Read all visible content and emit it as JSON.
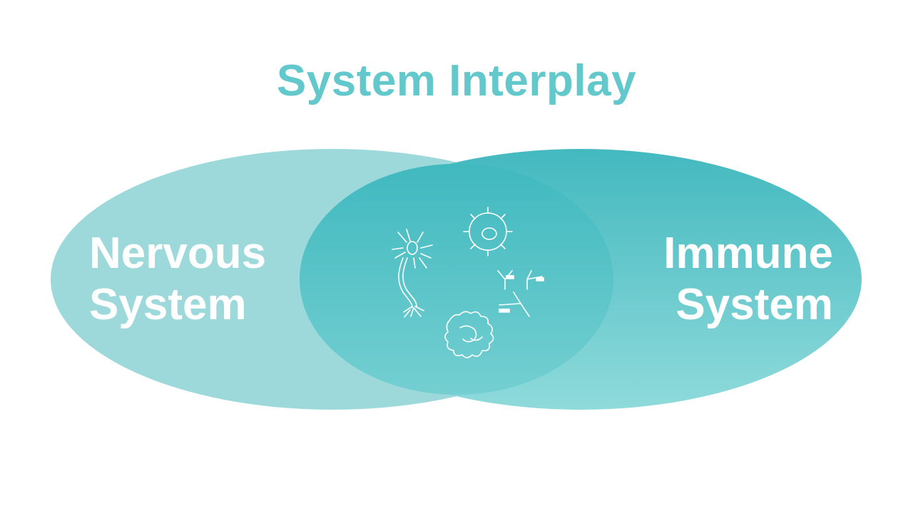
{
  "title": "System Interplay",
  "left_circle": {
    "line1": "Nervous",
    "line2": "System"
  },
  "right_circle": {
    "line1": "Immune",
    "line2": "System"
  },
  "icons": [
    "neuron-icon",
    "immune-cell-icon",
    "antibodies-icon",
    "macrophage-icon"
  ],
  "colors": {
    "title": "#62c8cb",
    "left": "#9dd9db",
    "right_top": "#43b9bf",
    "right_bottom": "#8fdadb",
    "text": "#ffffff"
  }
}
